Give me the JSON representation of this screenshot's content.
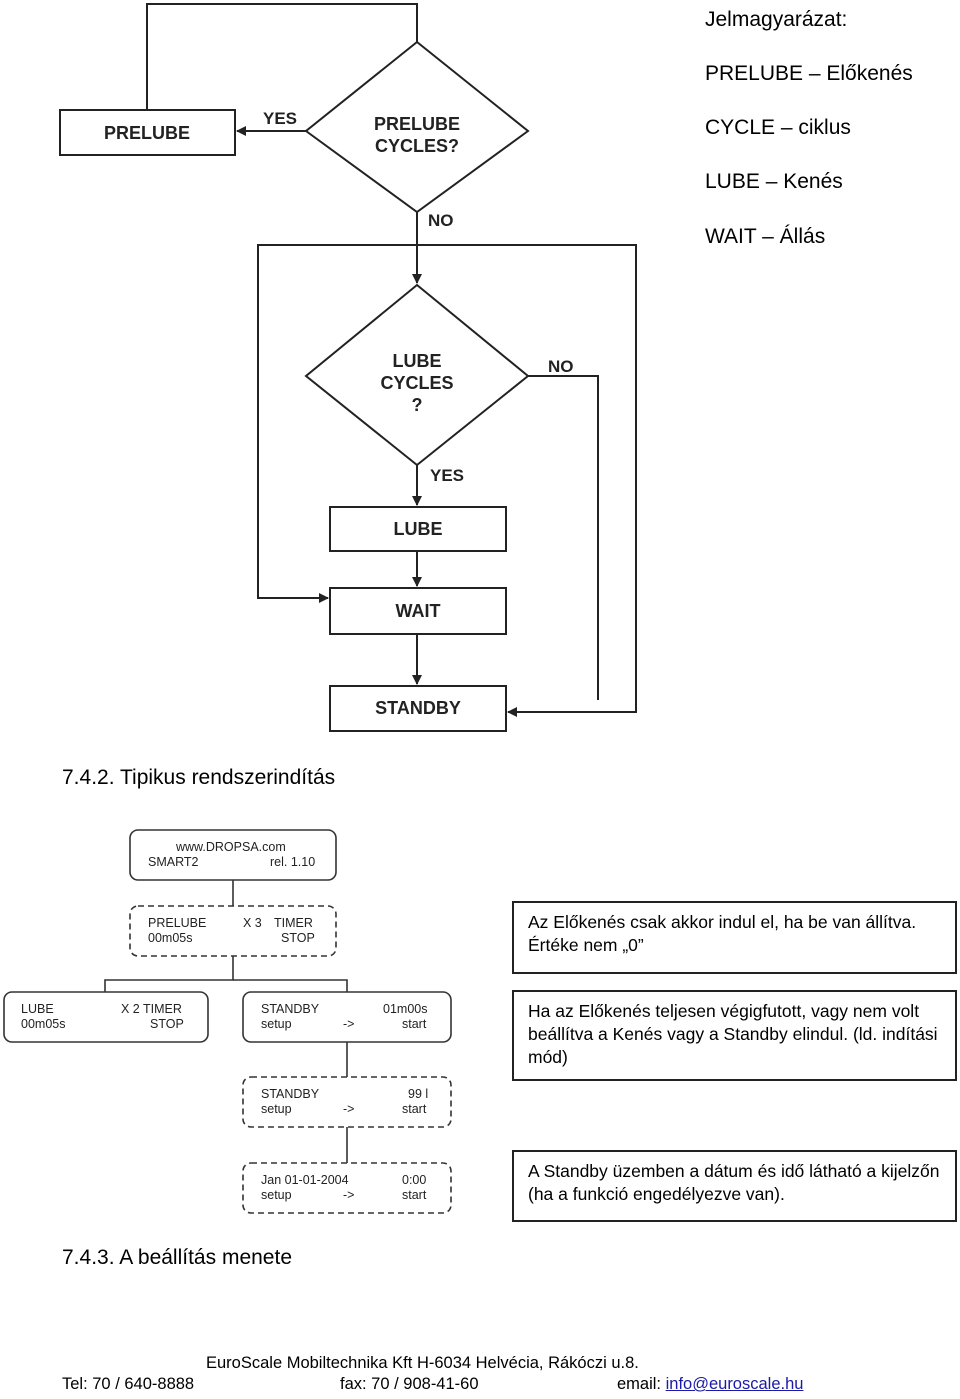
{
  "legend": {
    "title": "Jelmagyarázat:",
    "items": [
      "PRELUBE – Előkenés",
      "CYCLE – ciklus",
      "LUBE – Kenés",
      "WAIT – Állás"
    ]
  },
  "flowchart": {
    "prelube_box": "PRELUBE",
    "prelube_decision": [
      "PRELUBE",
      "CYCLES?"
    ],
    "yes1": "YES",
    "no1": "NO",
    "lube_decision": [
      "LUBE",
      "CYCLES",
      "?"
    ],
    "no2": "NO",
    "yes2": "YES",
    "lube_box": "LUBE",
    "wait_box": "WAIT",
    "standby_box": "STANDBY"
  },
  "section_742": "7.4.2.  Tipikus rendszerindítás",
  "displays": {
    "d1": {
      "l1a": "www.DROPSA.com",
      "l2a": "SMART2",
      "l2b": "rel. 1.10"
    },
    "d2": {
      "l1a": "PRELUBE",
      "l1b": "X 3",
      "l1c": "TIMER",
      "l2a": "00m05s",
      "l2c": "STOP"
    },
    "d3": {
      "l1a": "LUBE",
      "l1b": "X 2 TIMER",
      "l2a": "00m05s",
      "l2b": "STOP"
    },
    "d4": {
      "l1a": "STANDBY",
      "l1b": "01m00s",
      "l2a": "setup",
      "l2b": "->",
      "l2c": "start"
    },
    "d5": {
      "l1a": "STANDBY",
      "l1b": "99 l",
      "l2a": "setup",
      "l2b": "->",
      "l2c": "start"
    },
    "d6": {
      "l1a": "Jan 01-01-2004",
      "l1b": "0:00",
      "l2a": "setup",
      "l2b": "->",
      "l2c": "start"
    }
  },
  "notes": {
    "n1": "Az Előkenés csak akkor indul el, ha be van állítva. Értéke nem „0”",
    "n2": "Ha az Előkenés teljesen végigfutott, vagy nem volt beállítva a Kenés vagy a Standby elindul. (ld. indítási mód)",
    "n3": "A Standby üzemben a dátum és idő látható a kijelzőn (ha a funkció engedélyezve van)."
  },
  "section_743": "7.4.3.  A beállítás menete",
  "footer": {
    "company": "EuroScale Mobiltechnika Kft H-6034 Helvécia, Rákóczi u.8.",
    "tel": "Tel: 70 / 640-8888",
    "fax": "fax: 70 / 908-41-60",
    "email_label": "email:",
    "email": "info@euroscale.hu"
  }
}
